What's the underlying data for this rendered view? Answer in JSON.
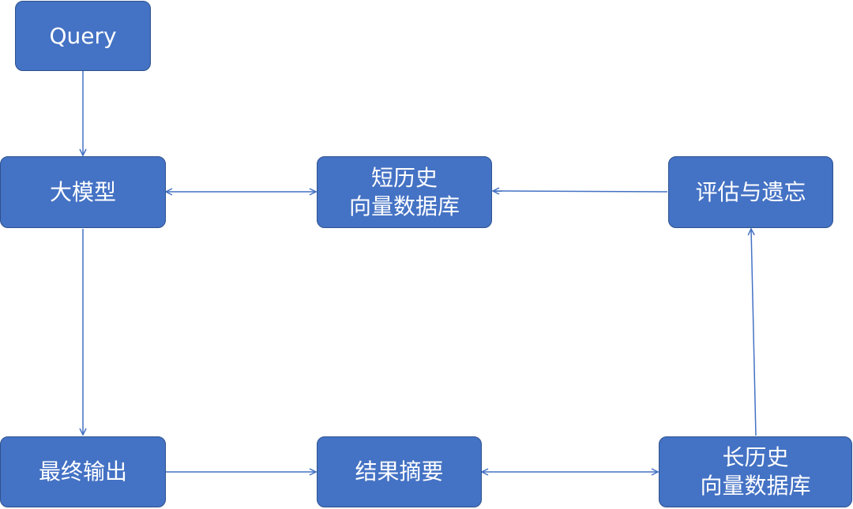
{
  "nodes": {
    "query": [
      "Query"
    ],
    "llm": [
      "大模型"
    ],
    "short_db": [
      "短历史",
      "向量数据库"
    ],
    "evaluate": [
      "评估与遗忘"
    ],
    "output": [
      "最终输出"
    ],
    "summary": [
      "结果摘要"
    ],
    "long_db": [
      "长历史",
      "向量数据库"
    ]
  },
  "edges": [
    {
      "from": "query",
      "to": "llm",
      "direction": "forward"
    },
    {
      "from": "llm",
      "to": "short_db",
      "direction": "both"
    },
    {
      "from": "evaluate",
      "to": "short_db",
      "direction": "forward"
    },
    {
      "from": "llm",
      "to": "output",
      "direction": "forward"
    },
    {
      "from": "output",
      "to": "summary",
      "direction": "forward"
    },
    {
      "from": "summary",
      "to": "long_db",
      "direction": "both"
    },
    {
      "from": "long_db",
      "to": "evaluate",
      "direction": "forward"
    }
  ],
  "colors": {
    "node_fill": "#4472c4",
    "node_border": "#2f528f",
    "node_text": "#ffffff",
    "edge": "#4472c4"
  }
}
